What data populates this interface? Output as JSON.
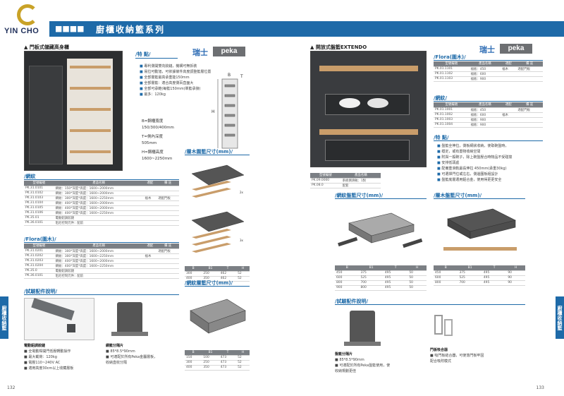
{
  "logo": {
    "text": "YIN CHO"
  },
  "banner": {
    "title": "廚櫃收納籃系列"
  },
  "left": {
    "section_title": "門板式儲藏高身櫃",
    "brand_country": "瑞士",
    "brand_name": "peka",
    "features_label": "特 點",
    "features": [
      "專利側開雙向鉸鏈，機構可無拆裝",
      "易拉可動旭，可依據條件高度調整籃層位置",
      "全部層籃最高承重能150mm",
      "全部層籃：適合高度側百直面大",
      "全部可承範(每籃150mm(單籃承接)",
      "最多：120kg"
    ],
    "dims": {
      "b": "B=鋼櫃寬度",
      "b_values": "150/300/400mm",
      "t": "T=側內深度",
      "t_values": "505mm",
      "h": "H=鋼櫃高度",
      "h_values": "1600~2250mm"
    },
    "basket_label": "/層木圍籃尺寸(mm)/",
    "basket_table": {
      "headers": [
        "B",
        "B1",
        "T",
        "H"
      ],
      "rows": [
        [
          "300",
          "250",
          "462",
          "52"
        ],
        [
          "400",
          "350",
          "462",
          "52"
        ]
      ]
    },
    "wire_label": "/網紋",
    "wire_table": {
      "headers": [
        "型號編號",
        "產品名稱",
        "適配",
        "備 註"
      ],
      "rows": [
        [
          "PK.31.0101",
          "網紋：150*深度*高度：1600~2000mm",
          "",
          ""
        ],
        [
          "PK.31.0102",
          "網紋：300*深度*高度：1600~2000mm",
          "",
          ""
        ],
        [
          "PK.31.0103",
          "網紋：300*深度*高度：1600~2250mm",
          "福木",
          "適配門板"
        ],
        [
          "PK.31.0104",
          "網紋：400*深度*高度：1600~2000mm",
          "",
          ""
        ],
        [
          "PK.31.0105",
          "網紋：400*深度*高度：1600~2000mm",
          "",
          ""
        ],
        [
          "PK.31.0106",
          "網紋：400*深度*高度：1600~2250mm",
          "",
          ""
        ]
      ]
    },
    "extra_rows": [
      [
        "PK.35.01",
        "電動鋁調鉸鏈",
        "",
        ""
      ],
      [
        "PK.36.0101",
        "阻尼控制元件：配前",
        "",
        ""
      ]
    ],
    "flora_label": "/Flora(圍木)/",
    "flora_table": {
      "headers": [
        "型號編號",
        "產品名稱",
        "適配",
        "備 註"
      ],
      "rows": [
        [
          "PK.31.0201",
          "網紋：300*深度*高度：1600~2000mm",
          "",
          "適配門板"
        ],
        [
          "PK.31.0202",
          "網紋：300*深度*高度：1600~2250mm",
          "福木",
          ""
        ],
        [
          "PK.31.0203",
          "網紋：400*深度*高度：1600~2000mm",
          "",
          ""
        ],
        [
          "PK.31.0204",
          "網紋：400*深度*高度：1600~2250mm",
          "",
          ""
        ]
      ]
    },
    "flora_extra": [
      [
        "PK.35.0",
        "電動鋁調鉸鏈",
        "",
        ""
      ],
      [
        "PK.36.0101",
        "阻尼控制元件：配前",
        "",
        ""
      ]
    ],
    "acc_label": "/試驗配件說明/",
    "motor_caption": {
      "title": "電動鋁調鉸鏈",
      "lines": [
        "■ 全電動桿開門低壓轉動操作",
        "■ 最大載荷：120kg",
        "■ 電壓110~240V AC",
        "■ 適用高度30cm以上收藏層板"
      ]
    },
    "divider_caption": {
      "title": "網籃分隔片",
      "lines": [
        "■ 85*8.5*90mm",
        "■ 可適配於所有Peka金屬層板，",
        "  收納直收分隔"
      ]
    },
    "wire_basket_label": "/網紋層籃尺寸(mm)/",
    "wire_basket_table": {
      "headers": [
        "B",
        "B1",
        "T",
        "H"
      ],
      "rows": [
        [
          "150",
          "100",
          "473",
          "52"
        ],
        [
          "300",
          "250",
          "473",
          "52"
        ],
        [
          "400",
          "350",
          "473",
          "52"
        ]
      ]
    },
    "side_tab": "廚櫃收納籃",
    "page_num": "132"
  },
  "right": {
    "section_title": "開放式盤籃EXTENDO",
    "brand_country": "瑞士",
    "brand_name": "peka",
    "flora_label": "/Flora(圍木)/",
    "flora_table": {
      "headers": [
        "型號編號",
        "產品名稱",
        "適配",
        "備 註"
      ],
      "rows": [
        [
          "PK.01.1101",
          "福板：450",
          "福木",
          "適配門板"
        ],
        [
          "PK.01.1102",
          "福板：600",
          "",
          ""
        ],
        [
          "PK.01.1103",
          "福板：900",
          "",
          ""
        ]
      ]
    },
    "wire_label": "/網紋/",
    "wire_table": {
      "headers": [
        "型號編號",
        "產品名稱",
        "適配",
        "備 註"
      ],
      "rows": [
        [
          "PK.01.1001",
          "福板：450",
          "",
          "適配門板"
        ],
        [
          "PK.01.1002",
          "福板：600",
          "福木",
          ""
        ],
        [
          "PK.01.1003",
          "福板：900",
          "",
          ""
        ],
        [
          "PK.01.1004",
          "福板：900",
          "",
          ""
        ]
      ]
    },
    "features_label": "/特 點/",
    "features": [
      "盤籃全伸拉，側板網狀收納，使取碗盤時，",
      "穩定，或有置物收納空間",
      "附與一般碗子，除上碗盤壓合時物品不受碰撞",
      "安排低頭處",
      "配備重滑軌最長伸拉 450mm(承重30kg)",
      "可選擇門位或左右，側邊圍板組設計",
      "盤籃底層選用鋁合金，使用得更更安全"
    ],
    "small_table": {
      "headers": [
        "型號編號",
        "產品名稱"
      ],
      "rows": [
        [
          "PK.09.0000",
          "系統側滑軌：1對"
        ],
        [
          "PK.08.0",
          "配套"
        ]
      ]
    },
    "wire_basket_label": "/網紋盤籃尺寸(mm)/",
    "wire_basket_table": {
      "headers": [
        "B",
        "B1",
        "T",
        "H"
      ],
      "rows": [
        [
          "450",
          "375",
          "495",
          "50"
        ],
        [
          "600",
          "525",
          "495",
          "50"
        ],
        [
          "800",
          "700",
          "495",
          "50"
        ],
        [
          "900",
          "800",
          "495",
          "50"
        ]
      ]
    },
    "wood_basket_label": "/層木盤籃尺寸(mm)/",
    "wood_basket_table": {
      "headers": [
        "B",
        "B1",
        "T",
        "H"
      ],
      "rows": [
        [
          "450",
          "375",
          "495",
          "90"
        ],
        [
          "600",
          "525",
          "495",
          "90"
        ],
        [
          "800",
          "700",
          "495",
          "90"
        ]
      ]
    },
    "acc_label": "/試驗配件說明/",
    "divider_caption": {
      "title": "盤籃分隔片",
      "lines": [
        "■ 85*8.5*90mm",
        "■ 可適配於所有Peka盤籃使用，使",
        "  收納規劃更佳"
      ]
    },
    "holder_caption": {
      "title": "門板吸合器",
      "lines": [
        "■ 吸門板結合器，可使落門板牢固",
        "  配合吸附模式"
      ]
    },
    "side_tab": "廚櫃收納籃",
    "page_num": "133"
  }
}
